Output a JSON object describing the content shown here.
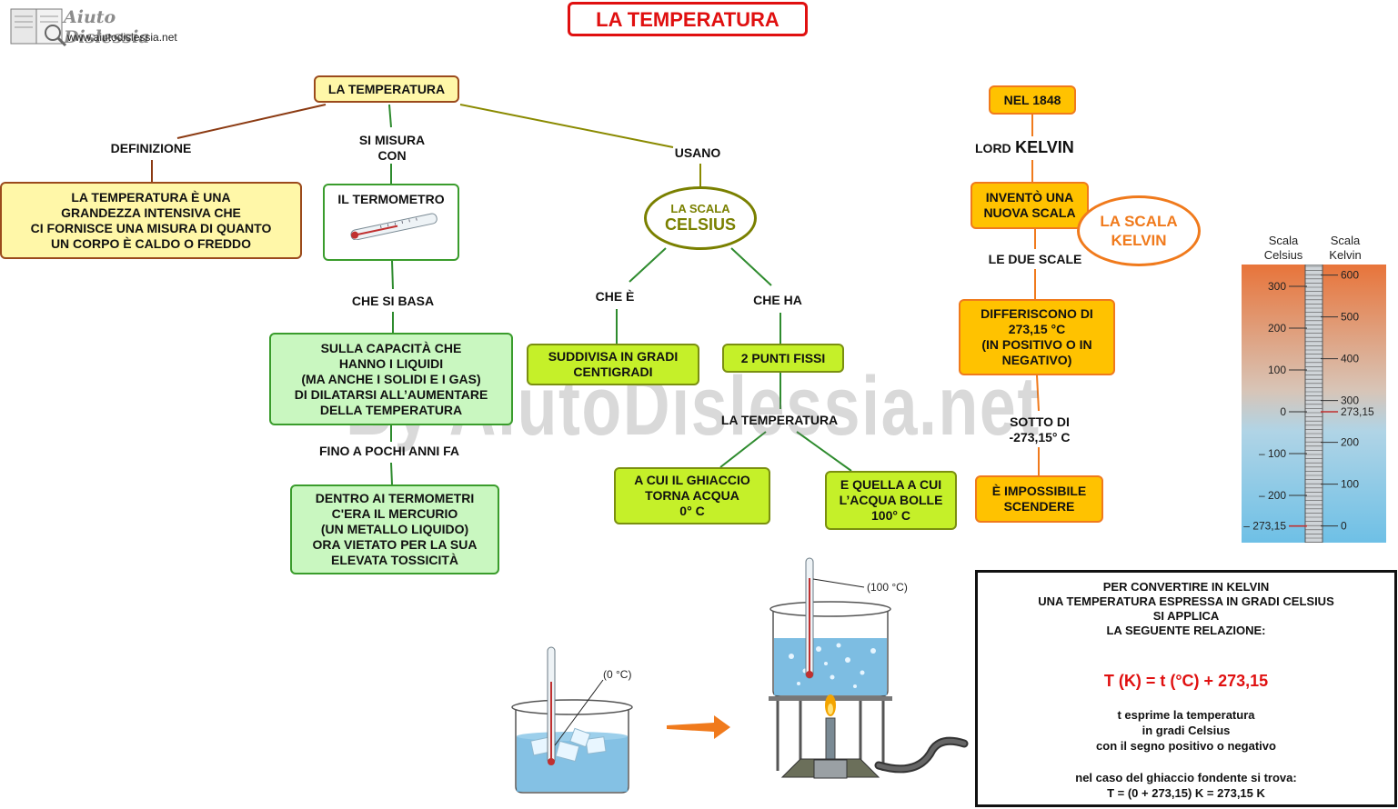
{
  "header": {
    "logo_name": "Aiuto Dislessia",
    "logo_url": "www.aiutodislessia.net",
    "title": "LA TEMPERATURA"
  },
  "watermark": "By AiutoDislessia.net",
  "map": {
    "root": "LA TEMPERATURA",
    "definizione_label": "DEFINIZIONE",
    "definizione_text": "LA TEMPERATURA È UNA\nGRANDEZZA INTENSIVA CHE\nCI FORNISCE UNA MISURA DI QUANTO\nUN CORPO È CALDO O FREDDO",
    "si_misura_label": "SI MISURA\nCON",
    "termometro_title": "IL TERMOMETRO",
    "che_si_basa_label": "CHE SI BASA",
    "capacita_text": "SULLA CAPACITÀ CHE\nHANNO I LIQUIDI\n(MA ANCHE I SOLIDI E I GAS)\nDI DILATARSI ALL’AUMENTARE\nDELLA TEMPERATURA",
    "fino_label": "FINO A POCHI ANNI FA",
    "mercurio_text": "DENTRO AI TERMOMETRI\nC'ERA IL MERCURIO\n(UN METALLO LIQUIDO)\nORA VIETATO PER LA SUA\nELEVATA  TOSSICITÀ",
    "usano_label": "USANO",
    "celsius_line1": "LA SCALA",
    "celsius_line2": "CELSIUS",
    "che_e_label": "CHE È",
    "che_ha_label": "CHE HA",
    "gradi_text": "SUDDIVISA IN GRADI\nCENTIGRADI",
    "punti_text": "2 PUNTI FISSI",
    "la_temp_label": "LA TEMPERATURA",
    "ghiaccio_text": "A CUI IL GHIACCIO\nTORNA ACQUA\n0° C",
    "bolle_text": "E QUELLA A CUI\nL’ACQUA BOLLE\n100° C"
  },
  "kelvin": {
    "year": "NEL 1848",
    "lord_prefix": "LORD",
    "lord_name": "KELVIN",
    "invento": "INVENTÒ UNA\nNUOVA SCALA",
    "oval_text": "LA SCALA\nKELVIN",
    "due_scale_label": "LE DUE SCALE",
    "differiscono": "DIFFERISCONO DI\n273,15 °C\n(IN POSITIVO O IN\nNEGATIVO)",
    "sotto_label": "SOTTO DI\n-273,15° C",
    "impossibile": "È IMPOSSIBILE\nSCENDERE"
  },
  "scale_chart": {
    "celsius_header": "Scala\nCelsius",
    "kelvin_header": "Scala\nKelvin",
    "celsius_ticks": [
      {
        "value": 300,
        "label": "300"
      },
      {
        "value": 200,
        "label": "200"
      },
      {
        "value": 100,
        "label": "100"
      },
      {
        "value": 0,
        "label": "0"
      },
      {
        "value": -100,
        "label": "– 100"
      },
      {
        "value": -200,
        "label": "– 200"
      },
      {
        "value": -273.15,
        "label": "– 273,15"
      }
    ],
    "kelvin_ticks": [
      {
        "value": 600,
        "label": "600"
      },
      {
        "value": 500,
        "label": "500"
      },
      {
        "value": 400,
        "label": "400"
      },
      {
        "value": 300,
        "label": "300"
      },
      {
        "value": 273.15,
        "label": "273,15"
      },
      {
        "value": 200,
        "label": "200"
      },
      {
        "value": 100,
        "label": "100"
      },
      {
        "value": 0,
        "label": "0"
      }
    ]
  },
  "illustration": {
    "cold_label": "(0 °C)",
    "hot_label": "(100 °C)"
  },
  "formula": {
    "intro": "PER CONVERTIRE IN KELVIN\nUNA TEMPERATURA ESPRESSA IN GRADI CELSIUS\nSI APPLICA\nLA SEGUENTE RELAZIONE:",
    "equation": "T (K) = t (°C) + 273,15",
    "explanation": "t esprime la temperatura\nin gradi Celsius\ncon il segno positivo o negativo",
    "example": "nel caso del ghiaccio fondente si trova:\nT = (0 + 273,15) K = 273,15 K"
  },
  "colors": {
    "title_border": "#e01010",
    "equation": "#e01010",
    "celsius_olive": "#7a8000",
    "kelvin_orange": "#f07a1c",
    "scale_top": "#e8743a",
    "scale_bottom": "#6ec0e6"
  }
}
